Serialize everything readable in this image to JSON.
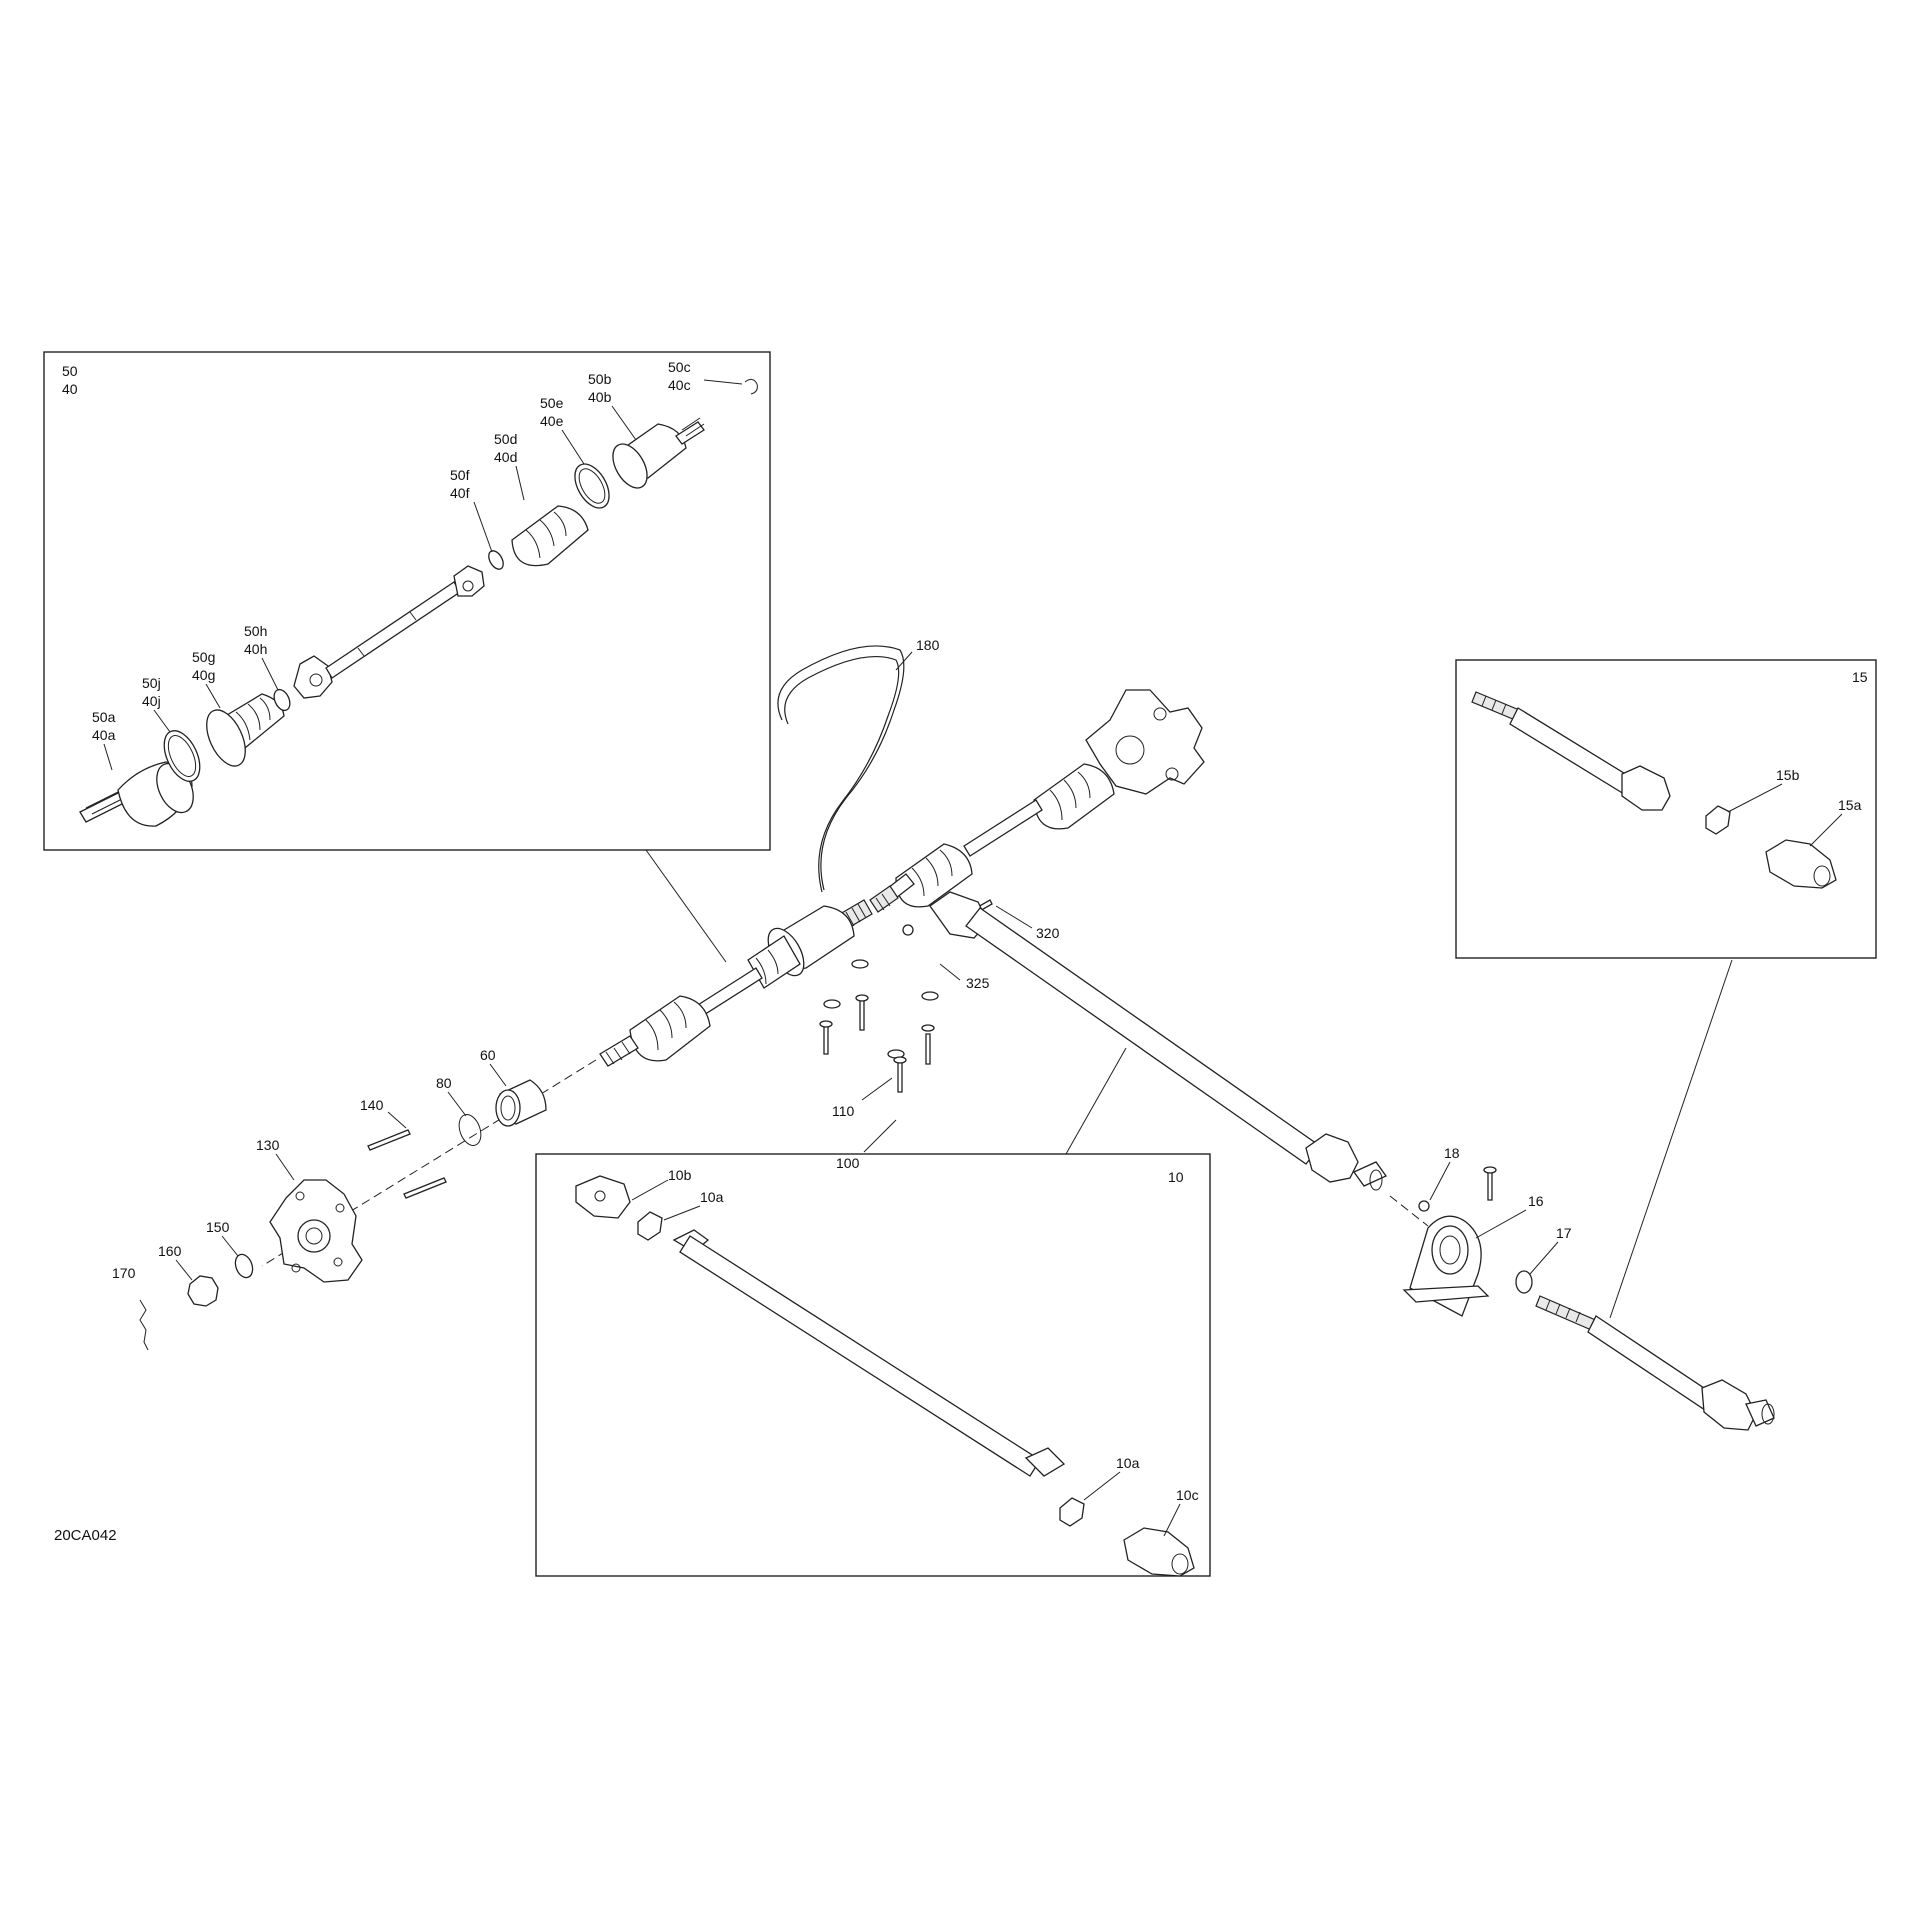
{
  "diagram_id": "20CA042",
  "callouts": {
    "c_50": "50",
    "c_40": "40",
    "c_50a": "50a",
    "c_40a": "40a",
    "c_50j": "50j",
    "c_40j": "40j",
    "c_50g": "50g",
    "c_40g": "40g",
    "c_50h": "50h",
    "c_40h": "40h",
    "c_50f": "50f",
    "c_40f": "40f",
    "c_50d": "50d",
    "c_40d": "40d",
    "c_50e": "50e",
    "c_40e": "40e",
    "c_50b": "50b",
    "c_40b": "40b",
    "c_50c": "50c",
    "c_40c": "40c",
    "c_180": "180",
    "c_320": "320",
    "c_325": "325",
    "c_110": "110",
    "c_100": "100",
    "c_60": "60",
    "c_80": "80",
    "c_140": "140",
    "c_130": "130",
    "c_150": "150",
    "c_160": "160",
    "c_170": "170",
    "c_15": "15",
    "c_15b": "15b",
    "c_15a": "15a",
    "c_10": "10",
    "c_10b": "10b",
    "c_10a_top": "10a",
    "c_10a_bot": "10a",
    "c_10c": "10c",
    "c_18": "18",
    "c_16": "16",
    "c_17": "17"
  }
}
